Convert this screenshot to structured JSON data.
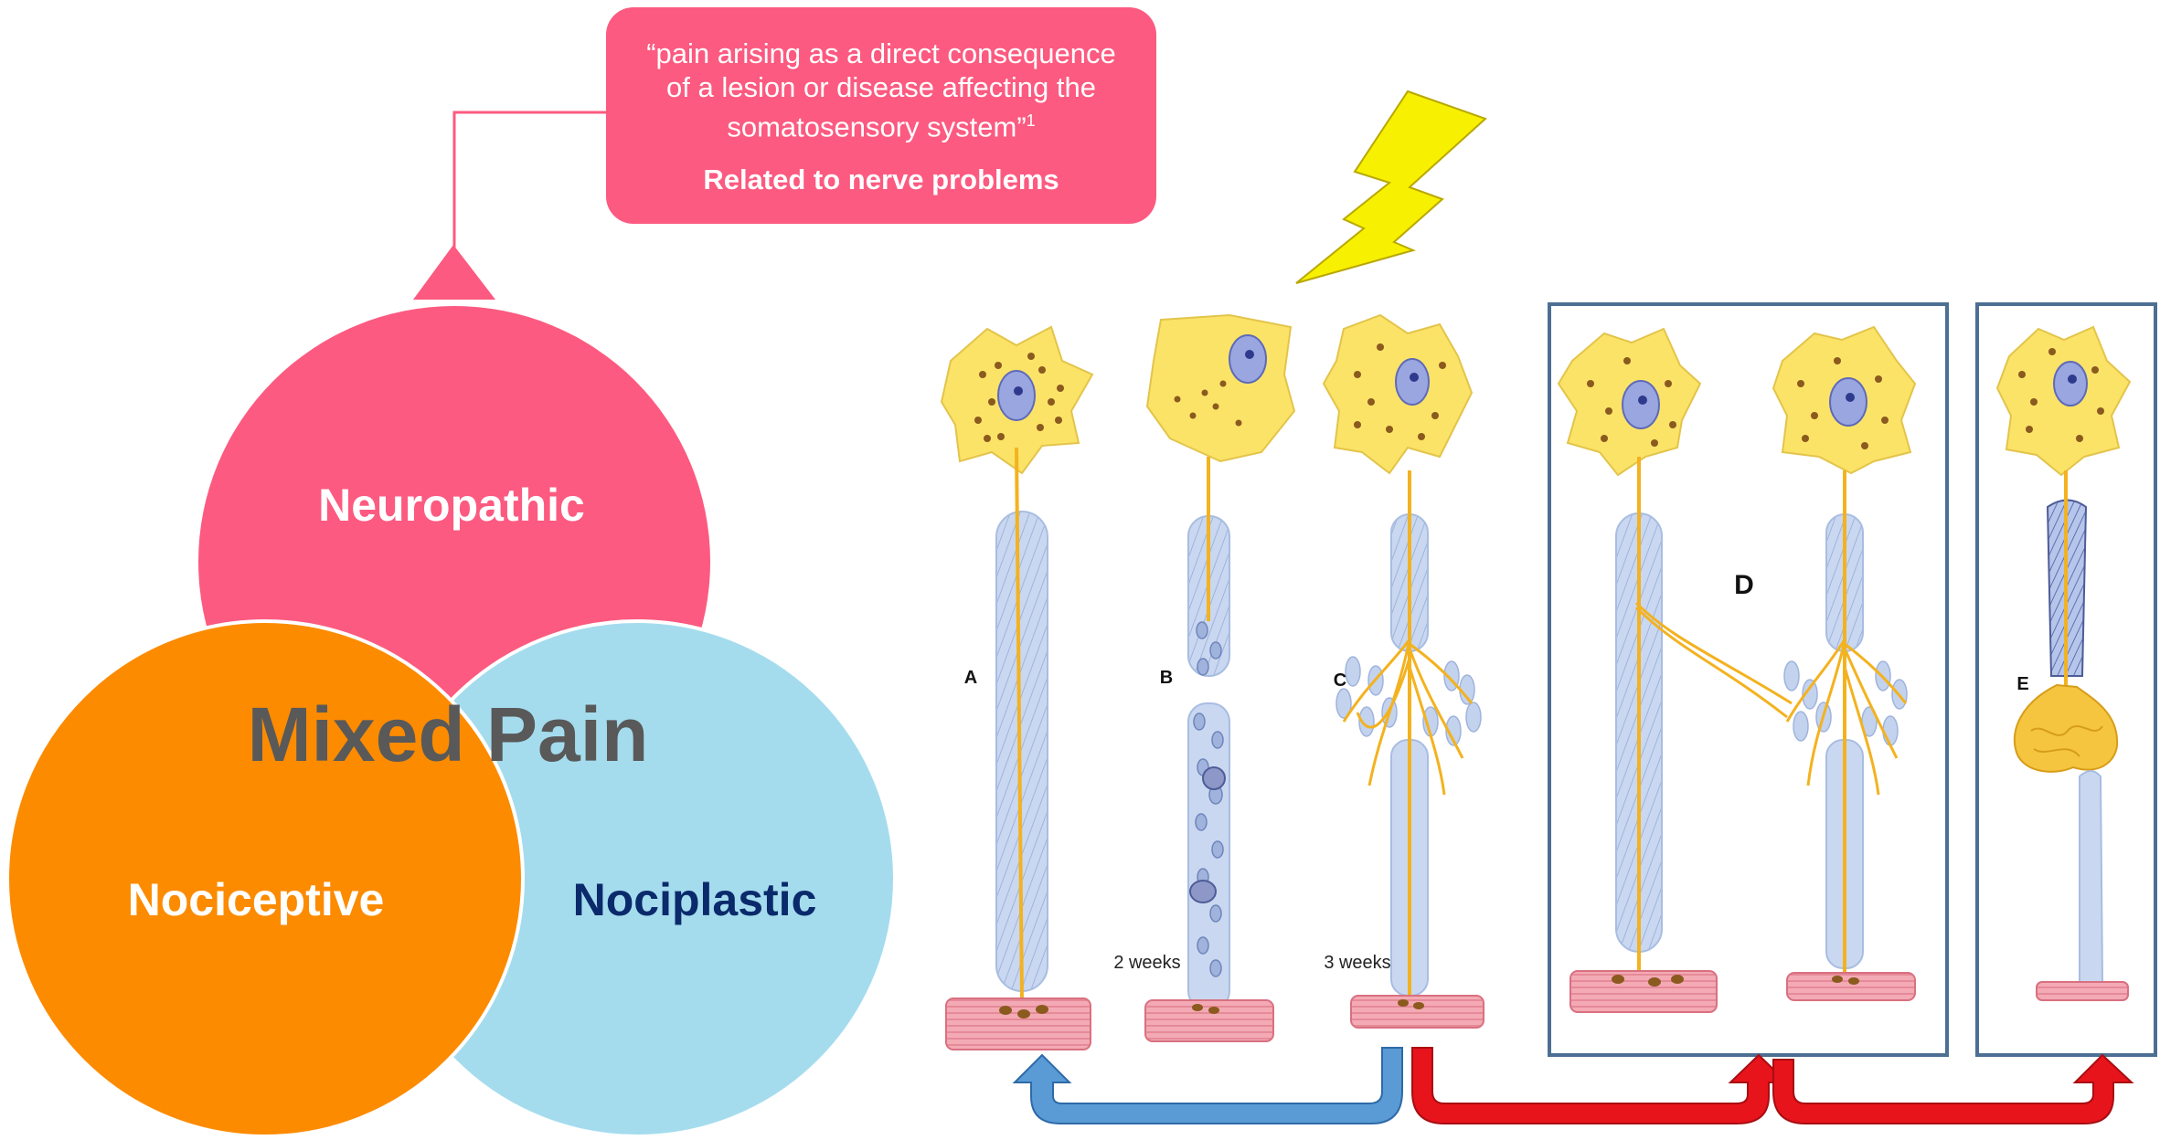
{
  "definition": {
    "quote": "“pain arising as a direct consequence of a lesion or disease affecting the somatosensory system”",
    "footnote": "1",
    "subtitle": "Related to nerve problems"
  },
  "venn": {
    "title": "Mixed Pain",
    "circles": [
      {
        "label": "Neuropathic",
        "color": "#fc5a80",
        "text_color": "#ffffff"
      },
      {
        "label": "Nociceptive",
        "color": "#fc8b00",
        "text_color": "#ffffff"
      },
      {
        "label": "Nociplastic",
        "color": "#a4dcee",
        "text_color": "#0a2a6b"
      }
    ],
    "title_color": "#595959"
  },
  "nerve_panel": {
    "labels": {
      "a": "A",
      "b": "B",
      "c": "C",
      "d": "D",
      "e": "E"
    },
    "times": {
      "b": "2 weeks",
      "c": "3 weeks"
    },
    "colors": {
      "neuron": "#fbe368",
      "axon": "#f3b21f",
      "sheath": "#c3d3ee",
      "muscle": "#f0a5b0",
      "granules": "#8a5a1e",
      "frame": "#4c6f93",
      "arrow_blue": "#5a9bd5",
      "arrow_red": "#e8141b",
      "lightning": "#f7f000"
    }
  }
}
